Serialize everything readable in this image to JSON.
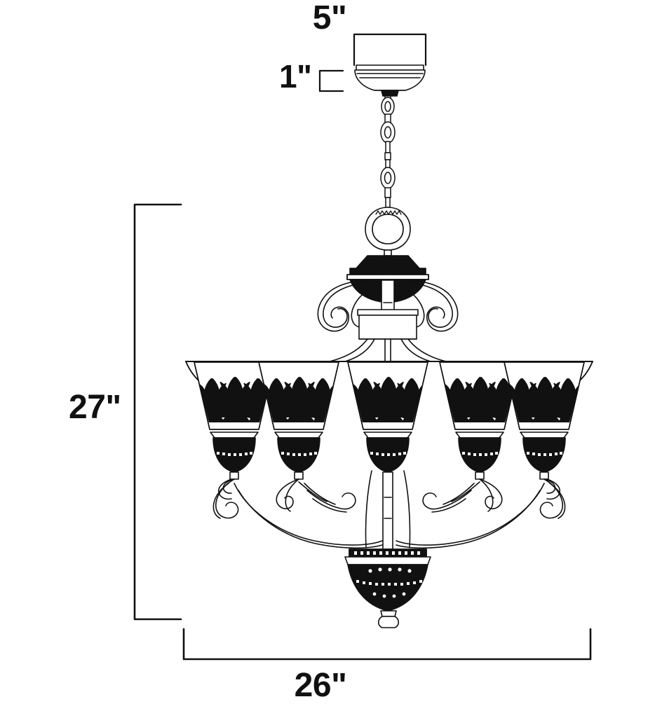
{
  "drawing": {
    "title": "Chandelier dimension drawing",
    "product_type": "5-light chandelier",
    "line_color": "#111111",
    "fill_dark": "#111111",
    "background": "#ffffff"
  },
  "dimensions": {
    "canopy_width": "5\"",
    "canopy_height": "1\"",
    "fixture_height": "27\"",
    "fixture_width": "26\""
  },
  "parts": {
    "canopy": "canopy",
    "chain": "hanging-chain",
    "loop": "hanging-loop",
    "finial_top": "top-finial",
    "collar": "center-collar",
    "shades": "glass-shade-array",
    "arms": "scroll-arms",
    "finial_bottom": "bottom-finial"
  },
  "shade_count": 5,
  "chart_data": {
    "type": "table",
    "title": "Chandelier dimension drawing",
    "categories": [
      "Canopy width",
      "Canopy height",
      "Overall height",
      "Overall width"
    ],
    "values": [
      5,
      1,
      27,
      26
    ],
    "units": "inches",
    "xlabel": "",
    "ylabel": ""
  }
}
